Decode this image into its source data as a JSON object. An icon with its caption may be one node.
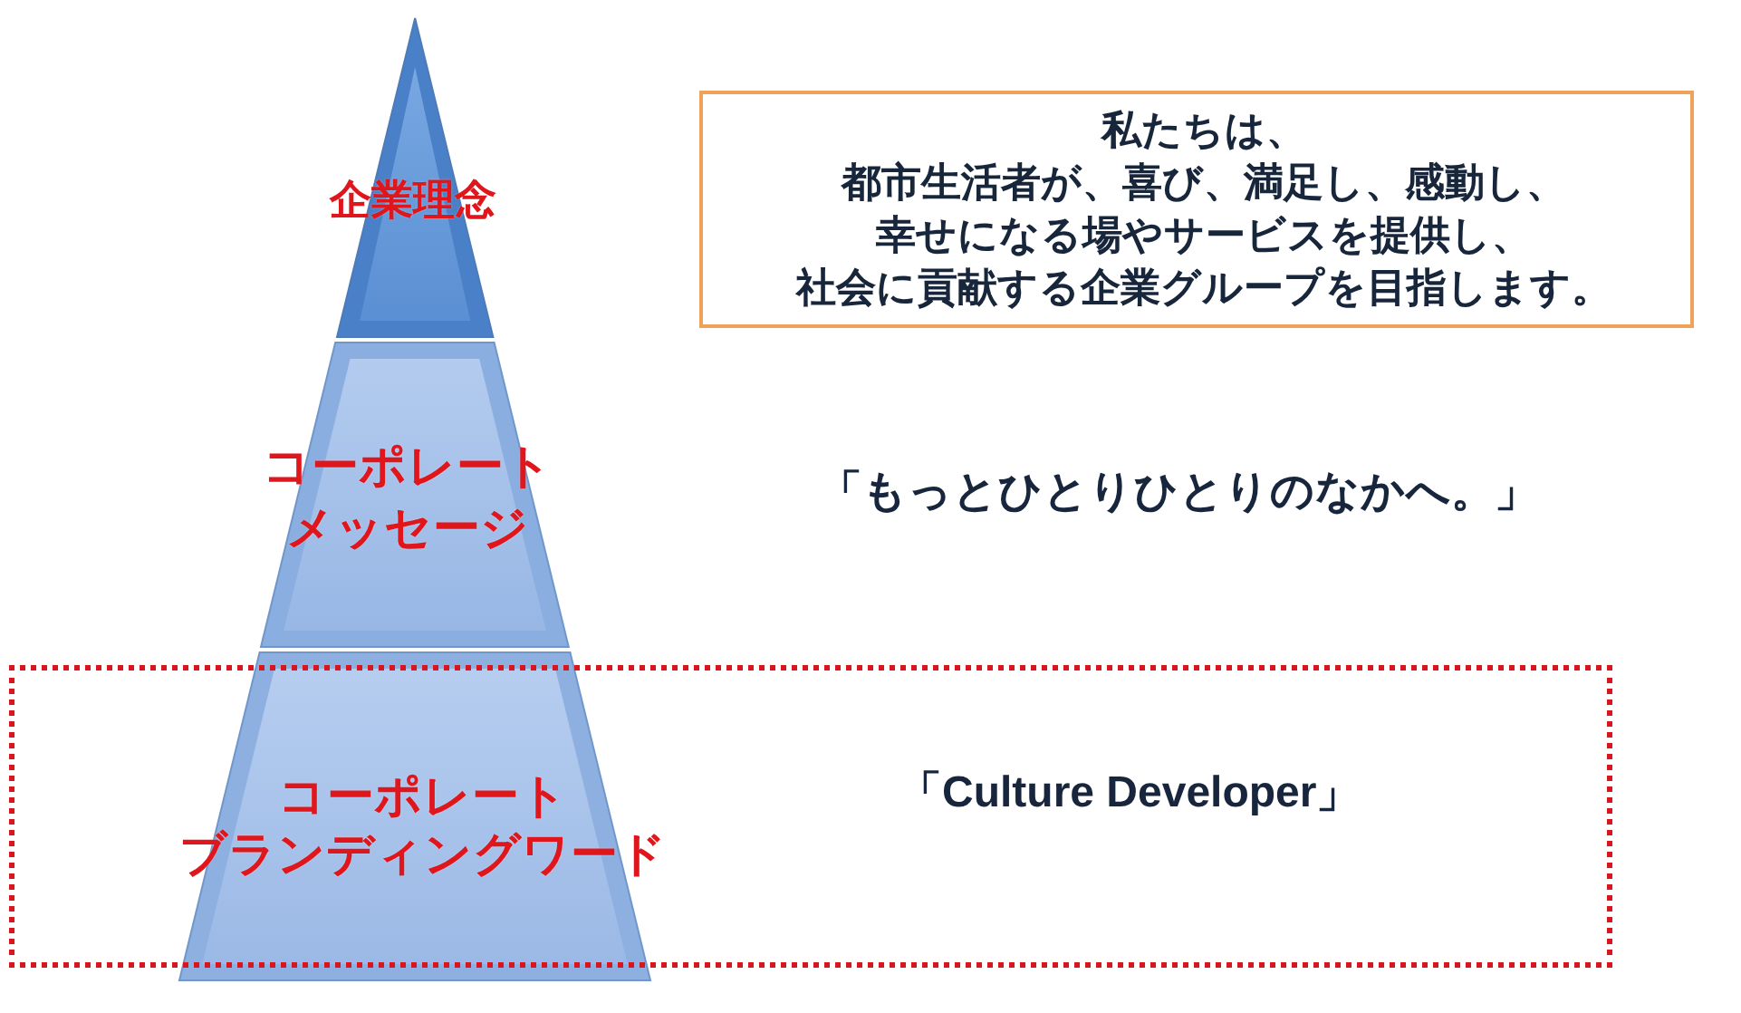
{
  "diagram": {
    "nodes": [
      {
        "text": [
          "企業理念"
        ]
      },
      {
        "text": [
          "私たちは、都市生活者が、喜び、満足し、感動し、幸せになる場やサービスを提供し、社会に貢献する企業グループを目指します。"
        ]
      },
      {
        "text": [
          "コーポレートメッセージ"
        ]
      },
      {
        "text": [
          "「Culture Developer」"
        ]
      },
      {
        "text": [
          "コーポレートブランディングワード"
        ]
      }
    ],
    "labels": [
      "「もっとひとりひとりのなかへ。」"
    ]
  }
}
